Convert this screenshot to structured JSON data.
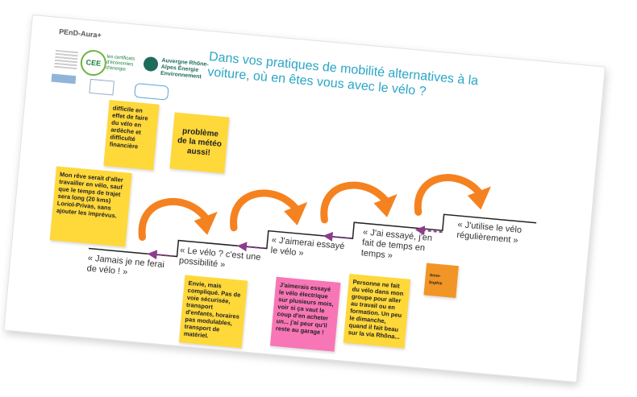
{
  "header": {
    "brand": "PEnD-Aura+",
    "logo_cee": "CEE",
    "logo_eco": "les certificats d'économies d'énergie",
    "logo_aura": "Auvergne Rhône-Alpes Énergie Environnement",
    "title": "Dans vos pratiques de mobilité alternatives à la voiture, où en êtes vous avec le vélo ?"
  },
  "stages": [
    "« Jamais je ne ferai de vélo ! »",
    "« Le vélo ? c'est une possibilité »",
    "« J'aimerai essayé le vélo »",
    "« J'ai essayé, j'en fait de temps en temps »",
    "« J'utilise le vélo régulièrement »"
  ],
  "notes": {
    "difficile": "difficile en effet de faire du vélo en ardèche et difficulté financière",
    "meteo": "problème de la météo aussi!",
    "reve": "Mon rêve serait d'aller travailler en vélo, sauf que le temps de trajet sera long (20 kms) Loriol-Privas, sans ajouter les imprévus.",
    "envie": "Envie, mais compliqué. Pas de voie sécurisée, transport d'enfants, horaires pas modulables, transport de matériel.",
    "electrique": "J'aimerais essayé le vélo électrique sur plusieurs mois, voir si ça vaut le coup d'en acheter un... j'ai peur qu'il reste au garage !",
    "groupe": "Personne ne fait du vélo dans mon groupe pour aller au travail ou en formation. Un peu le dimanche, quand il fait beau sur la via Rhôna...",
    "anne": "Anne-Sophie"
  },
  "colors": {
    "title": "#2aa6c6",
    "sticky_yellow": "#ffd83a",
    "sticky_pink": "#f876b6",
    "sticky_orange": "#f29527",
    "arrow_orange": "#f58220",
    "dashed_arrow": "#8e3a8e"
  }
}
